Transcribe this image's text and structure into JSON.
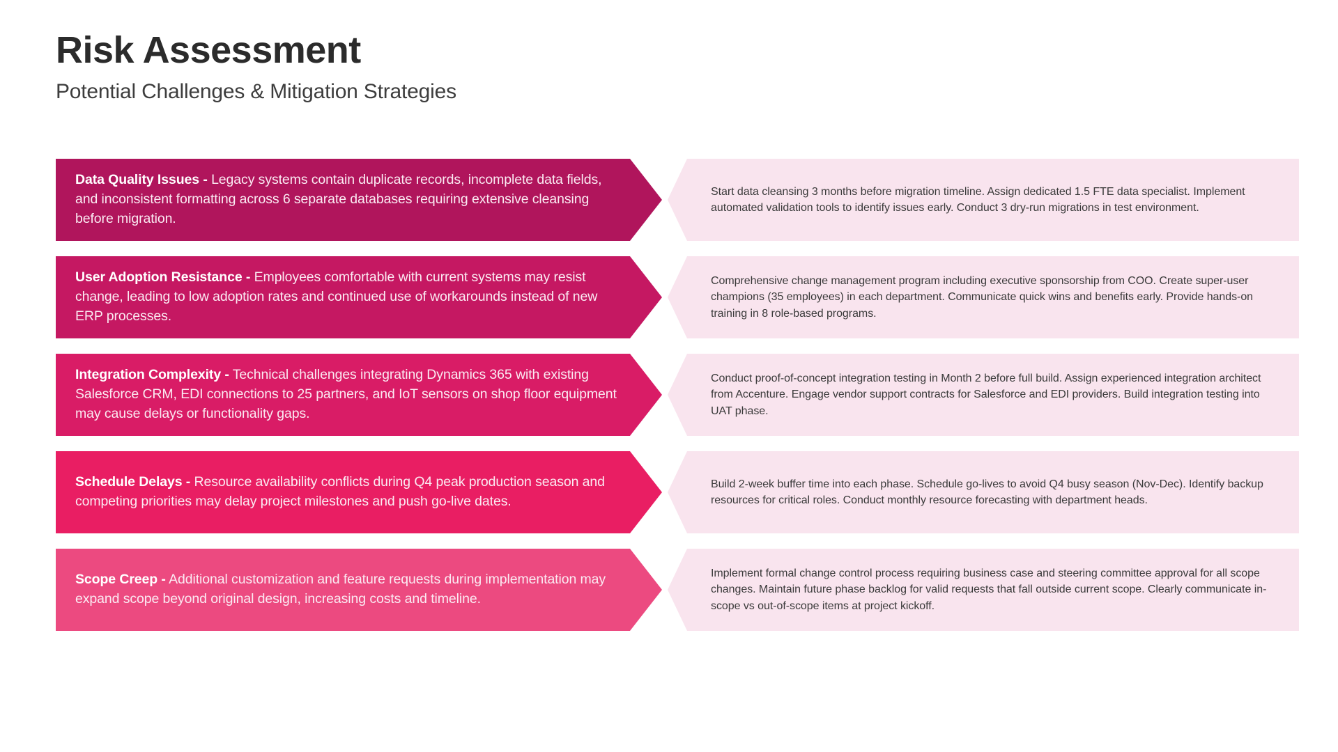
{
  "header": {
    "title": "Risk Assessment",
    "subtitle": "Potential Challenges & Mitigation Strategies"
  },
  "colors": {
    "title_text": "#2b2b2b",
    "subtitle_text": "#3d3d3d",
    "mitigation_bg": "#f9e4ee",
    "mitigation_text": "#3a3a3a",
    "risk_text": "#ffffff",
    "page_bg": "#ffffff"
  },
  "risks": [
    {
      "name": "Data Quality Issues -",
      "description": "Legacy systems contain duplicate records, incomplete data fields, and inconsistent formatting across 6 separate databases requiring extensive cleansing before migration.",
      "mitigation": "Start data cleansing 3 months before migration timeline. Assign dedicated 1.5 FTE data specialist. Implement automated validation tools to identify issues early. Conduct 3 dry-run migrations in test environment.",
      "color": "#b0155c"
    },
    {
      "name": "User Adoption Resistance -",
      "description": "Employees comfortable with current systems may resist change, leading to low adoption rates and continued use of workarounds instead of new ERP processes.",
      "mitigation": "Comprehensive change management program including executive sponsorship from COO. Create super-user champions (35 employees) in each department. Communicate quick wins and benefits early. Provide hands-on training in 8 role-based programs.",
      "color": "#c51862"
    },
    {
      "name": "Integration Complexity -",
      "description": "Technical challenges integrating Dynamics 365 with existing Salesforce CRM, EDI connections to 25 partners, and IoT sensors on shop floor equipment may cause delays or functionality gaps.",
      "mitigation": "Conduct proof-of-concept integration testing in Month 2 before full build. Assign experienced integration architect from Accenture. Engage vendor support contracts for Salesforce and EDI providers. Build integration testing into UAT phase.",
      "color": "#d91c66"
    },
    {
      "name": "Schedule Delays -",
      "description": "Resource availability conflicts during Q4 peak production season and competing priorities may delay project milestones and push go-live dates.",
      "mitigation": "Build 2-week buffer time into each phase. Schedule go-lives to avoid Q4 busy season (Nov-Dec). Identify backup resources for critical roles. Conduct monthly resource forecasting with department heads.",
      "color": "#e91e63"
    },
    {
      "name": "Scope Creep -",
      "description": "Additional customization and feature requests during implementation may expand scope beyond original design, increasing costs and timeline.",
      "mitigation": "Implement formal change control process requiring business case and steering committee approval for all scope changes. Maintain future phase backlog for valid requests that fall outside current scope. Clearly communicate in-scope vs out-of-scope items at project kickoff.",
      "color": "#ec4a80"
    }
  ]
}
